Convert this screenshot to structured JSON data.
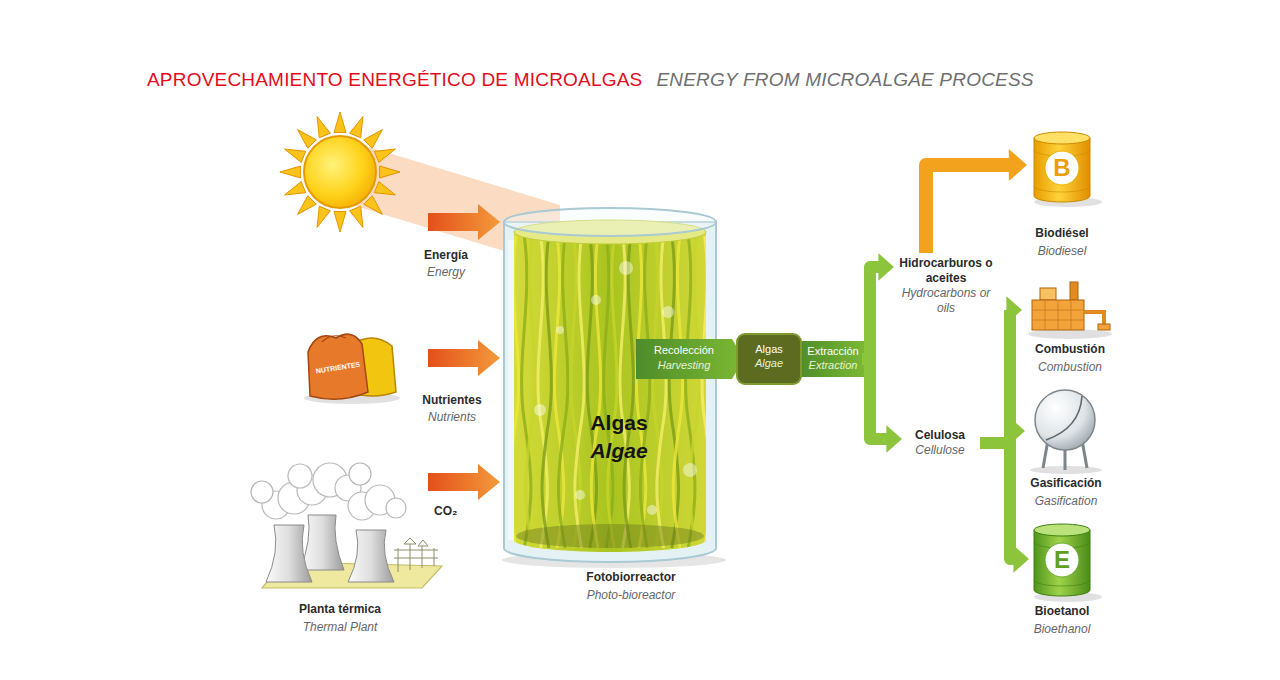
{
  "diagram": {
    "title": "APROVECHAMIENTO ENERGÉTICO DE MICROALGAS",
    "nodes": [
      {
        "text": [
          "Energía",
          "Energy"
        ]
      },
      {
        "text": [
          "NUTRIENTES",
          "Nutrientes",
          "Nutrients"
        ]
      },
      {
        "text": [
          "Planta térmica",
          "Thermal Plant"
        ]
      },
      {
        "text": [
          "Algas",
          "Algae",
          "Fotobiorreactor",
          "Photo-bioreactor"
        ]
      },
      {
        "text": [
          "Algas",
          "Algae"
        ]
      },
      {
        "text": [
          "Hidrocarburos o aceites",
          "Hydrocarbons or oils"
        ]
      },
      {
        "text": [
          "Celulosa",
          "Cellulose"
        ]
      },
      {
        "text": [
          "B",
          "Biodiésel",
          "Biodiesel"
        ]
      },
      {
        "text": [
          "Combustión",
          "Combustion"
        ]
      },
      {
        "text": [
          "Gasificación",
          "Gasification"
        ]
      },
      {
        "text": [
          "E",
          "Bioetanol",
          "Bioethanol"
        ]
      }
    ],
    "edges": [
      {
        "from": 0,
        "to": 3,
        "arrow": "to"
      },
      {
        "from": 1,
        "to": 3,
        "arrow": "to"
      },
      {
        "from": 2,
        "to": 3,
        "label": "CO₂",
        "arrow": "to"
      },
      {
        "from": 3,
        "to": 4,
        "label": "Recolección",
        "arrow": "to"
      },
      {
        "from": 4,
        "to": 5,
        "label": "Extracción",
        "arrow": "to"
      },
      {
        "from": 4,
        "to": 6,
        "arrow": "to"
      },
      {
        "from": 5,
        "to": 7,
        "arrow": "to"
      },
      {
        "from": 6,
        "to": 8,
        "arrow": "to"
      },
      {
        "from": 6,
        "to": 9,
        "arrow": "to"
      },
      {
        "from": 6,
        "to": 10,
        "arrow": "to"
      }
    ],
    "labels": [
      "ENERGY FROM MICROALGAE PROCESS",
      "Harvesting",
      "Extraction"
    ]
  }
}
